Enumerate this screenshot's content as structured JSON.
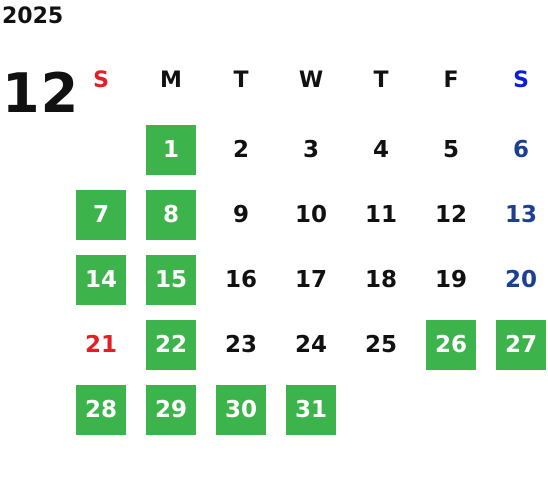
{
  "calendar": {
    "year": "2025",
    "month": "12",
    "weekdays": [
      "S",
      "M",
      "T",
      "W",
      "T",
      "F",
      "S"
    ],
    "colors": {
      "holiday_bg": "#3cb44b",
      "holiday_text": "#ffffff",
      "sunday_text": "#e31e24",
      "saturday_header": "#0a1fd6",
      "saturday_text": "#1a3f93",
      "text": "#111111"
    },
    "weeks": [
      [
        null,
        {
          "d": "1",
          "h": true
        },
        {
          "d": "2"
        },
        {
          "d": "3"
        },
        {
          "d": "4"
        },
        {
          "d": "5"
        },
        {
          "d": "6"
        }
      ],
      [
        {
          "d": "7",
          "h": true
        },
        {
          "d": "8",
          "h": true
        },
        {
          "d": "9"
        },
        {
          "d": "10"
        },
        {
          "d": "11"
        },
        {
          "d": "12"
        },
        {
          "d": "13"
        }
      ],
      [
        {
          "d": "14",
          "h": true
        },
        {
          "d": "15",
          "h": true
        },
        {
          "d": "16"
        },
        {
          "d": "17"
        },
        {
          "d": "18"
        },
        {
          "d": "19"
        },
        {
          "d": "20"
        }
      ],
      [
        {
          "d": "21"
        },
        {
          "d": "22",
          "h": true
        },
        {
          "d": "23"
        },
        {
          "d": "24"
        },
        {
          "d": "25"
        },
        {
          "d": "26",
          "h": true
        },
        {
          "d": "27",
          "h": true
        }
      ],
      [
        {
          "d": "28",
          "h": true
        },
        {
          "d": "29",
          "h": true
        },
        {
          "d": "30",
          "h": true
        },
        {
          "d": "31",
          "h": true
        },
        null,
        null,
        null
      ]
    ]
  }
}
